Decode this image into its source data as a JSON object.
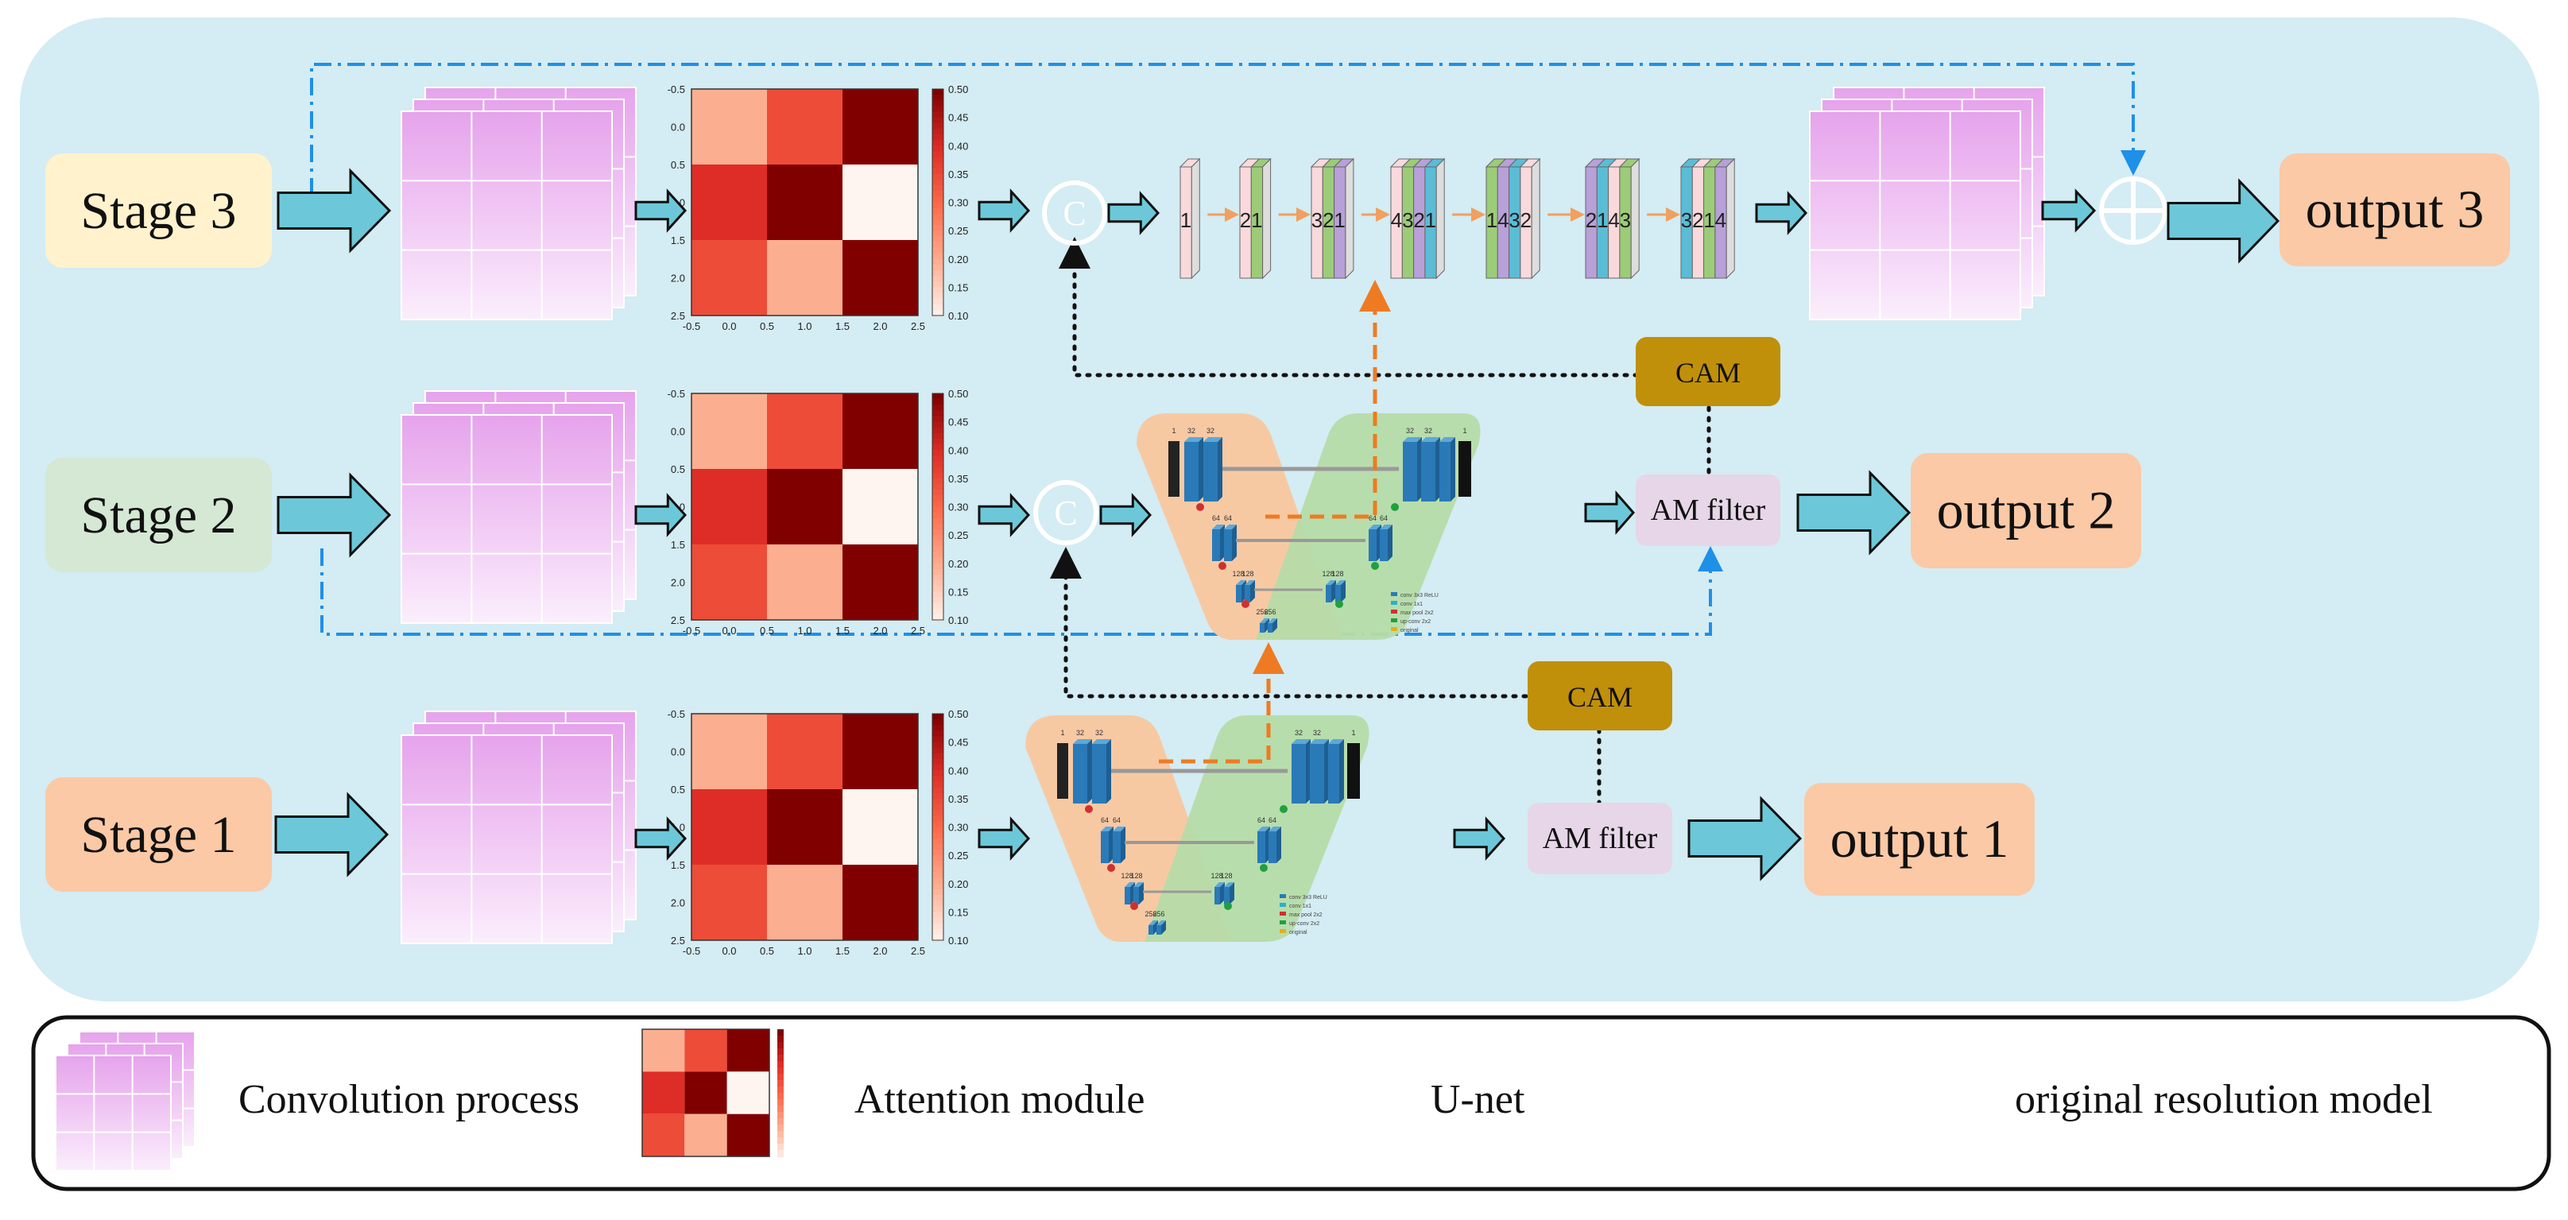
{
  "stages": [
    {
      "label": "Stage 3",
      "output": "output 3",
      "fill": "#fff2cc"
    },
    {
      "label": "Stage 2",
      "output": "output 2",
      "fill": "#d5e8d4"
    },
    {
      "label": "Stage 1",
      "output": "output 1",
      "fill": "#fbc9a5"
    }
  ],
  "modules": {
    "cam_label": "CAM",
    "am_filter_label": "AM filter",
    "concat_symbol": "C"
  },
  "heatmap": {
    "matrix": [
      [
        0.2,
        0.35,
        0.5
      ],
      [
        0.4,
        0.5,
        0.1
      ],
      [
        0.35,
        0.2,
        0.5
      ]
    ],
    "row_ticks": [
      "-0.5",
      "0.0",
      "0.5",
      "1.0",
      "1.5",
      "2.0",
      "2.5"
    ],
    "col_ticks": [
      "-0.5",
      "0.0",
      "0.5",
      "1.0",
      "1.5",
      "2.0",
      "2.5"
    ],
    "cbar_ticks": [
      "0.50",
      "0.45",
      "0.40",
      "0.35",
      "0.30",
      "0.25",
      "0.20",
      "0.15",
      "0.10"
    ]
  },
  "orm_blocks": [
    [
      "1"
    ],
    [
      "2",
      "1"
    ],
    [
      "3",
      "2",
      "1"
    ],
    [
      "4",
      "3",
      "2",
      "1"
    ],
    [
      "1",
      "4",
      "3",
      "2"
    ],
    [
      "2",
      "1",
      "4",
      "3"
    ],
    [
      "3",
      "2",
      "1",
      "4"
    ]
  ],
  "unet": {
    "channel_labels": [
      "1",
      "32",
      "32",
      "64",
      "64",
      "128",
      "128",
      "256",
      "256",
      "128",
      "128",
      "64",
      "64",
      "32",
      "32",
      "1"
    ],
    "legend": [
      "conv 3x3 ReLU",
      "conv 1x1",
      "max pool 2x2",
      "up-conv 2x2",
      "original"
    ]
  },
  "legend": {
    "convolution": "Convolution process",
    "attention": "Attention module",
    "unet": "U-net",
    "orm": "original resolution model"
  },
  "colors": {
    "panel_bg": "#d4ecf3",
    "arrow_fill": "#6cc8d8",
    "cam_fill": "#c0900a",
    "am_filter_fill": "#e6d6e8",
    "output_fill": "#fbc9a5",
    "dashed_orange": "#ee7b22",
    "dashed_blue": "#1e90e8"
  }
}
